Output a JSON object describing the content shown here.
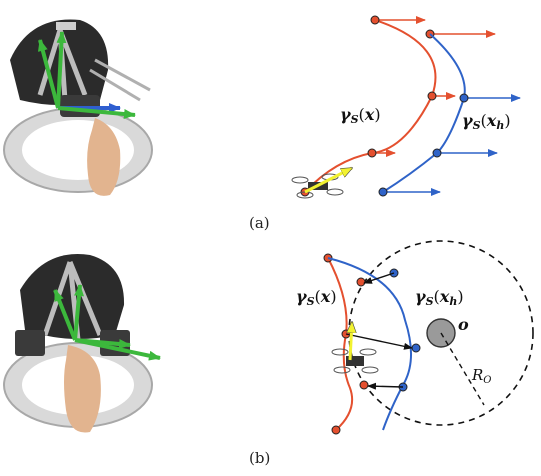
{
  "panels": [
    {
      "caption": "(a)",
      "labels": {
        "gamma_x": "γS(x)",
        "gamma_xh": "γS(xh)"
      }
    },
    {
      "caption": "(b)",
      "labels": {
        "gamma_x": "γS(x)",
        "gamma_xh": "γS(xh)",
        "obstacle": "o",
        "radius": "RO"
      }
    }
  ],
  "colors": {
    "trajectory_red": "#e4502f",
    "trajectory_blue": "#2f63c8",
    "axis_green": "#3cb83c",
    "axis_blue": "#2f5fd0",
    "drone_arrow": "#f2f230",
    "obstacle_fill": "#9a9a9a"
  },
  "icons": [
    "haptic-device-photo",
    "drone-icon",
    "obstacle-circle"
  ]
}
